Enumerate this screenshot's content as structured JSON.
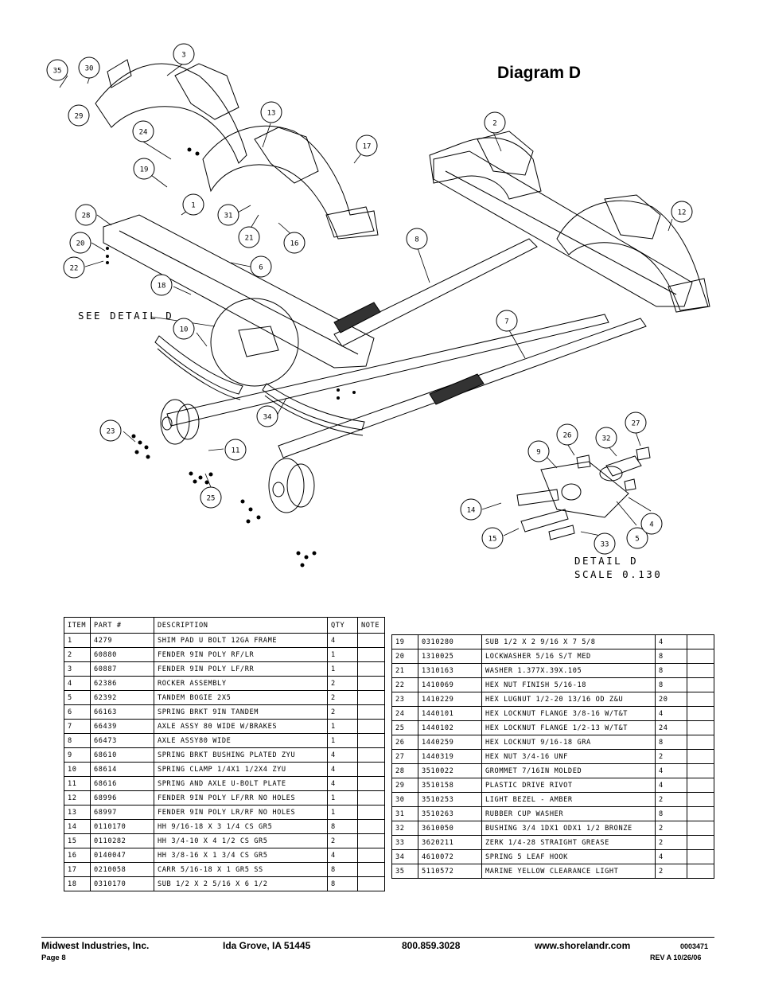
{
  "diagram": {
    "title": "Diagram D",
    "see_detail": "SEE DETAIL D",
    "detail_title": "DETAIL  D",
    "detail_scale": "SCALE  0.130",
    "callouts": [
      "35",
      "30",
      "3",
      "29",
      "24",
      "13",
      "17",
      "2",
      "19",
      "1",
      "31",
      "21",
      "16",
      "28",
      "20",
      "22",
      "6",
      "8",
      "12",
      "18",
      "10",
      "7",
      "23",
      "34",
      "11",
      "25",
      "9",
      "26",
      "32",
      "27",
      "14",
      "15",
      "33",
      "5",
      "4"
    ]
  },
  "table_left": {
    "headers": [
      "ITEM",
      "PART #",
      "DESCRIPTION",
      "QTY",
      "NOTE"
    ],
    "rows": [
      [
        "1",
        "4279",
        "SHIM PAD   U BOLT 12GA FRAME",
        "4",
        ""
      ],
      [
        "2",
        "60880",
        "FENDER  9IN POLY RF/LR",
        "1",
        ""
      ],
      [
        "3",
        "60887",
        "FENDER  9IN POLY LF/RR",
        "1",
        ""
      ],
      [
        "4",
        "62386",
        "ROCKER ASSEMBLY",
        "2",
        ""
      ],
      [
        "5",
        "62392",
        "TANDEM BOGIE   2X5",
        "2",
        ""
      ],
      [
        "6",
        "66163",
        "SPRING BRKT  9IN TANDEM",
        "2",
        ""
      ],
      [
        "7",
        "66439",
        "AXLE ASSY 80 WIDE W/BRAKES",
        "1",
        ""
      ],
      [
        "8",
        "66473",
        "AXLE ASSY80 WIDE",
        "1",
        ""
      ],
      [
        "9",
        "68610",
        "SPRING BRKT BUSHING PLATED ZYU",
        "4",
        ""
      ],
      [
        "10",
        "68614",
        "SPRING CLAMP   1/4X1 1/2X4  ZYU",
        "4",
        ""
      ],
      [
        "11",
        "68616",
        "SPRING AND AXLE U-BOLT PLATE",
        "4",
        ""
      ],
      [
        "12",
        "68996",
        "FENDER  9IN POLY LF/RR NO HOLES",
        "1",
        ""
      ],
      [
        "13",
        "68997",
        "FENDER  9IN POLY LR/RF NO HOLES",
        "1",
        ""
      ],
      [
        "14",
        "0110170",
        "HH 9/16-18 X 3 1/4 CS GR5",
        "8",
        ""
      ],
      [
        "15",
        "0110282",
        "HH 3/4-10 X 4 1/2 CS GR5",
        "2",
        ""
      ],
      [
        "16",
        "0140047",
        "HH 3/8-16 X 1 3/4 CS GR5",
        "4",
        ""
      ],
      [
        "17",
        "0210058",
        "CARR 5/16-18 X 1 GR5 SS",
        "8",
        ""
      ],
      [
        "18",
        "0310170",
        "SUB 1/2 X 2 5/16 X 6 1/2",
        "8",
        ""
      ]
    ]
  },
  "table_right": {
    "rows": [
      [
        "19",
        "0310280",
        "SUB 1/2 X 2 9/16 X 7 5/8",
        "4",
        ""
      ],
      [
        "20",
        "1310025",
        "LOCKWASHER 5/16 S/T MED",
        "8",
        ""
      ],
      [
        "21",
        "1310163",
        "WASHER 1.377X.39X.105",
        "8",
        ""
      ],
      [
        "22",
        "1410069",
        "HEX NUT FINISH 5/16-18",
        "8",
        ""
      ],
      [
        "23",
        "1410229",
        "HEX LUGNUT 1/2-20 13/16 OD Z&U",
        "20",
        ""
      ],
      [
        "24",
        "1440101",
        "HEX LOCKNUT FLANGE 3/8-16 W/T&T",
        "4",
        ""
      ],
      [
        "25",
        "1440102",
        "HEX LOCKNUT FLANGE 1/2-13 W/T&T",
        "24",
        ""
      ],
      [
        "26",
        "1440259",
        "HEX LOCKNUT 9/16-18 GRA",
        "8",
        ""
      ],
      [
        "27",
        "1440319",
        "HEX NUT 3/4-16 UNF",
        "2",
        ""
      ],
      [
        "28",
        "3510022",
        "GROMMET  7/16IN MOLDED",
        "4",
        ""
      ],
      [
        "29",
        "3510158",
        "PLASTIC DRIVE RIVOT",
        "4",
        ""
      ],
      [
        "30",
        "3510253",
        "LIGHT BEZEL - AMBER",
        "2",
        ""
      ],
      [
        "31",
        "3510263",
        "RUBBER CUP WASHER",
        "8",
        ""
      ],
      [
        "32",
        "3610050",
        "BUSHING  3/4 1DX1 ODX1 1/2 BRONZE",
        "2",
        ""
      ],
      [
        "33",
        "3620211",
        "ZERK  1/4-28 STRAIGHT GREASE",
        "2",
        ""
      ],
      [
        "34",
        "4610072",
        "SPRING  5 LEAF HOOK",
        "4",
        ""
      ],
      [
        "35",
        "5110572",
        "MARINE YELLOW CLEARANCE LIGHT",
        "2",
        ""
      ]
    ]
  },
  "footer": {
    "company": "Midwest Industries, Inc.",
    "city": "Ida Grove, IA  51445",
    "phone": "800.859.3028",
    "website": "www.shorelandr.com",
    "doc_number": "0003471",
    "page": "Page 8",
    "revision": "REV A  10/26/06"
  }
}
